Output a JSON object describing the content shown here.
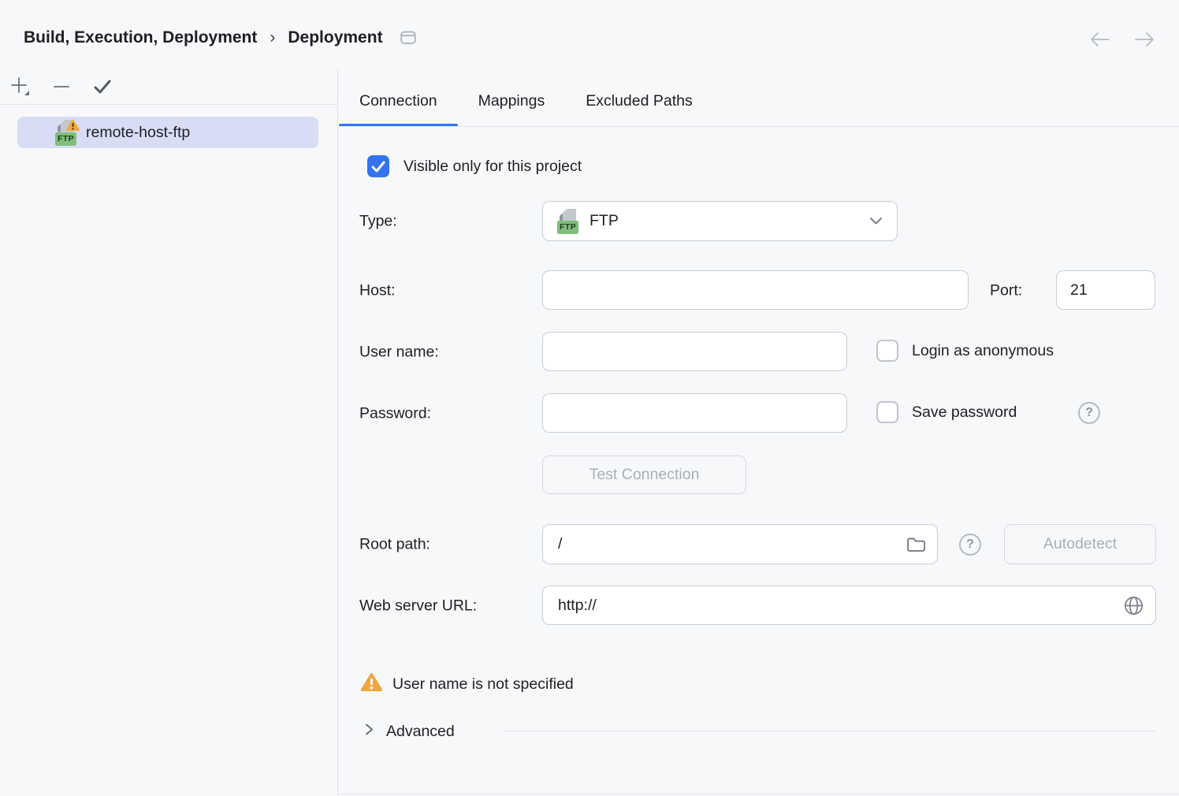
{
  "header": {
    "breadcrumb": [
      "Build, Execution, Deployment",
      "Deployment"
    ],
    "separator": "›"
  },
  "sidebar": {
    "selected_item": {
      "label": "remote-host-ftp",
      "badge": "FTP",
      "selected": true
    }
  },
  "tabs": {
    "connection": "Connection",
    "mappings": "Mappings",
    "excluded_paths": "Excluded Paths"
  },
  "form": {
    "visible_only": {
      "label": "Visible only for this project",
      "checked": true
    },
    "type": {
      "label": "Type:",
      "value": "FTP",
      "badge": "FTP"
    },
    "host": {
      "label": "Host:",
      "value": ""
    },
    "port": {
      "label": "Port:",
      "value": "21"
    },
    "user_name": {
      "label": "User name:",
      "value": ""
    },
    "login_anonymous": {
      "label": "Login as anonymous",
      "checked": false
    },
    "password": {
      "label": "Password:",
      "value": ""
    },
    "save_password": {
      "label": "Save password",
      "checked": false
    },
    "test_connection": "Test Connection",
    "root_path": {
      "label": "Root path:",
      "value": "/"
    },
    "autodetect": "Autodetect",
    "web_server_url": {
      "label": "Web server URL:",
      "value": "http://"
    },
    "warning": "User name is not specified",
    "advanced": "Advanced",
    "help_glyph": "?"
  },
  "colors": {
    "accent": "#3574F0",
    "selection_bg": "#D8DDF6",
    "warning_icon": "#F0A63C",
    "ftp_badge_green": "#7FBE7C",
    "background": "#F7F8FA"
  }
}
